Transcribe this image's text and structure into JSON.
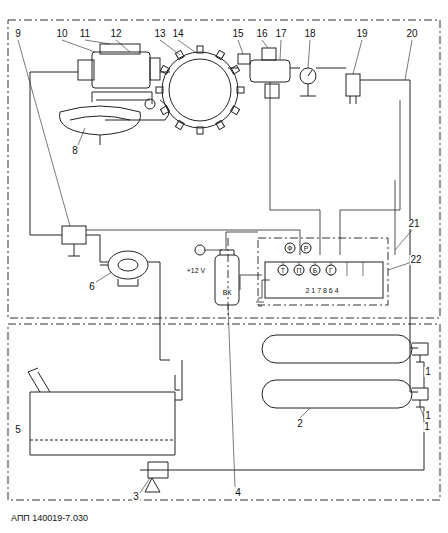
{
  "diagram": {
    "caption": "АПП 140019-7.030",
    "labels": [
      "9",
      "10",
      "11",
      "12",
      "13",
      "14",
      "15",
      "16",
      "17",
      "18",
      "19",
      "20",
      "8",
      "21",
      "22",
      "6",
      "+12 V",
      "ВК",
      "Ф",
      "Р",
      "Т",
      "П",
      "Б",
      "Г",
      "2 1 7 8 6 4",
      "5",
      "4",
      "1",
      "3",
      "2",
      "1",
      "1"
    ]
  }
}
